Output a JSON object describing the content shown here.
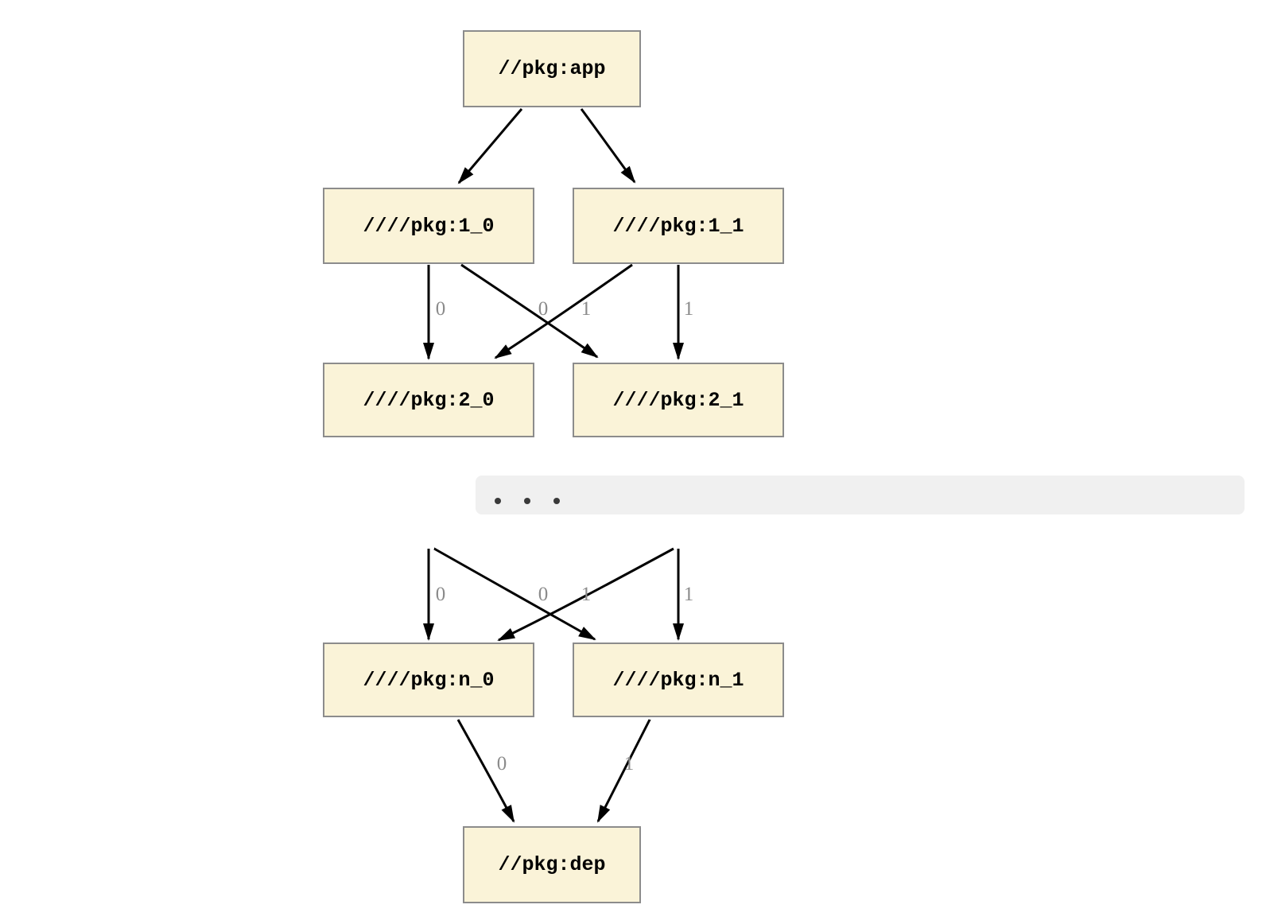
{
  "diagram": {
    "type": "dependency-graph",
    "nodes": [
      {
        "id": "app",
        "label": "//pkg:app"
      },
      {
        "id": "1_0",
        "label": "////pkg:1_0"
      },
      {
        "id": "1_1",
        "label": "////pkg:1_1"
      },
      {
        "id": "2_0",
        "label": "////pkg:2_0"
      },
      {
        "id": "2_1",
        "label": "////pkg:2_1"
      },
      {
        "id": "n_0",
        "label": "////pkg:n_0"
      },
      {
        "id": "n_1",
        "label": "////pkg:n_1"
      },
      {
        "id": "dep",
        "label": "//pkg:dep"
      }
    ],
    "edges": [
      {
        "from": "app",
        "to": "1_0",
        "label": ""
      },
      {
        "from": "app",
        "to": "1_1",
        "label": ""
      },
      {
        "from": "1_0",
        "to": "2_0",
        "label": "0"
      },
      {
        "from": "1_0",
        "to": "2_1",
        "label": "1"
      },
      {
        "from": "1_1",
        "to": "2_0",
        "label": "0"
      },
      {
        "from": "1_1",
        "to": "2_1",
        "label": "1"
      },
      {
        "from": "...",
        "to": "n_0",
        "label": "0"
      },
      {
        "from": "...",
        "to": "n_1",
        "label": "1"
      },
      {
        "from": "...",
        "to": "n_0",
        "label": "0"
      },
      {
        "from": "...",
        "to": "n_1",
        "label": "1"
      },
      {
        "from": "n_0",
        "to": "dep",
        "label": "0"
      },
      {
        "from": "n_1",
        "to": "dep",
        "label": "1"
      }
    ],
    "ellipsis": {
      "dot_count": 3
    },
    "colors": {
      "background": "#ffffff",
      "node_fill": "#faf3d8",
      "node_border": "#8c8c8c",
      "edge": "#000000",
      "edge_label": "#8b8b8b",
      "band_fill": "#f0f0f0",
      "dot": "#3a3a3a"
    }
  }
}
